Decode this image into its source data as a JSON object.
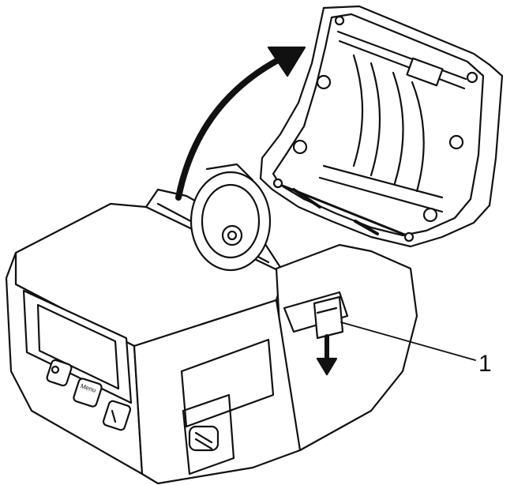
{
  "figure": {
    "callout": {
      "number": "1"
    },
    "buttons": [
      {
        "name": "power-button",
        "icon": "power-icon",
        "label": ""
      },
      {
        "name": "menu-button",
        "label": "Menu"
      },
      {
        "name": "feed-button",
        "icon": "paper-feed-icon",
        "label": ""
      }
    ],
    "arrows": {
      "cover_open": "curved-up-arrow-icon",
      "release_lever": "down-arrow-icon"
    },
    "colors": {
      "line": "#111111",
      "fill": "#ffffff"
    }
  }
}
